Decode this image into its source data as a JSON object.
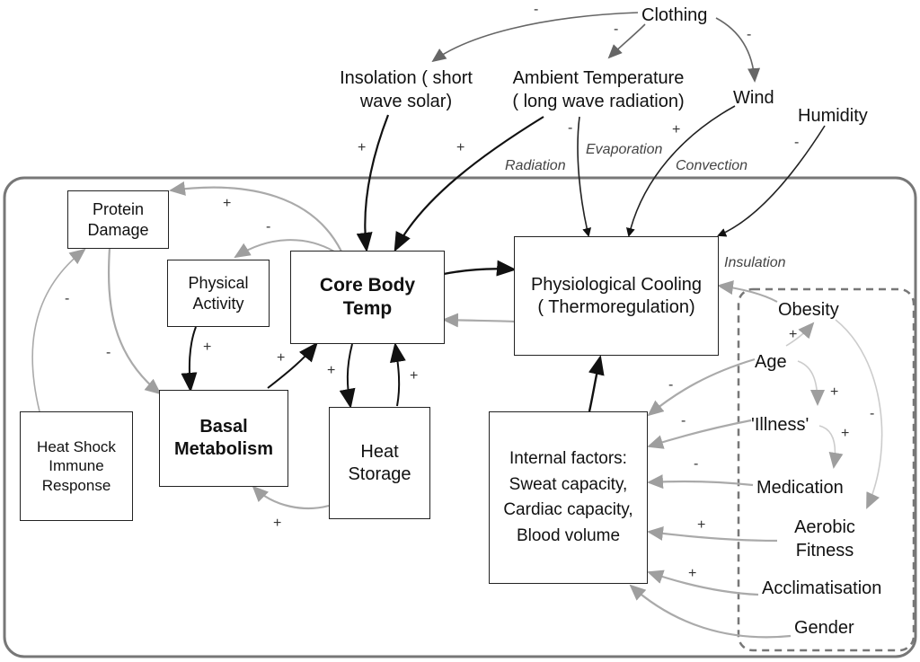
{
  "nodes": {
    "clothing": "Clothing",
    "insolation_1": "Insolation (   short",
    "insolation_2": "wave solar)",
    "ambient_1": "Ambient Temperature",
    "ambient_2": "(  long wave radiation)",
    "wind": "Wind",
    "humidity": "Humidity",
    "protein_1": "Protein",
    "protein_2": "Damage",
    "physical_1": "Physical",
    "physical_2": "Activity",
    "core_1": "Core Body",
    "core_2": "Temp",
    "cooling_1": "Physiological Cooling",
    "cooling_2": "(   Thermoregulation)",
    "basal_1": "Basal",
    "basal_2": "Metabolism",
    "heat_storage_1": "Heat",
    "heat_storage_2": "Storage",
    "heat_shock_1": "Heat Shock",
    "heat_shock_2": "Immune",
    "heat_shock_3": "Response",
    "internal_1": "Internal factors:",
    "internal_2": "Sweat capacity,",
    "internal_3": "Cardiac capacity,",
    "internal_4": "Blood volume",
    "obesity": "Obesity",
    "age": "Age",
    "illness": "'Illness'",
    "medication": "Medication",
    "aerobic_1": "Aerobic",
    "aerobic_2": "Fitness",
    "acclimatisation": "Acclimatisation",
    "gender": "Gender"
  },
  "edge_labels": {
    "radiation": "Radiation",
    "evaporation": "Evaporation",
    "convection": "Convection",
    "insulation": "Insulation"
  },
  "signs": {
    "plus": "+",
    "minus": "-"
  }
}
